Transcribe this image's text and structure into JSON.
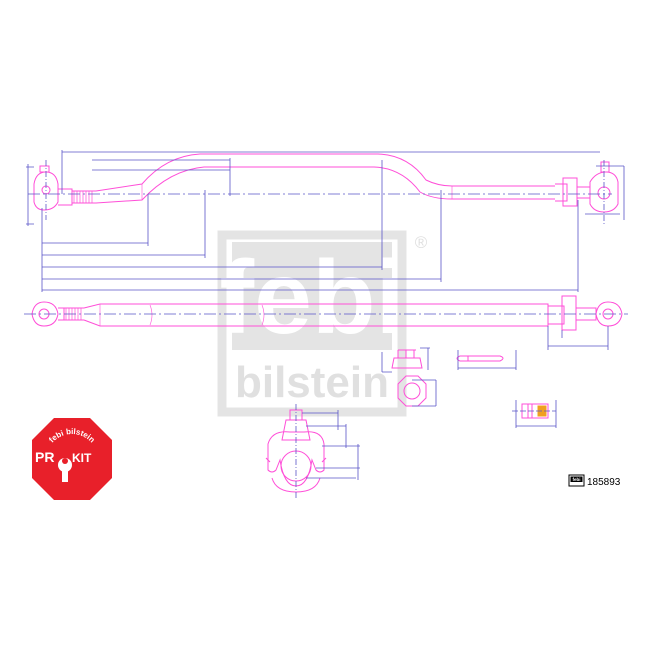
{
  "drawing": {
    "part_number": "185893",
    "colors": {
      "outline": "#ff4fd8",
      "dimension": "#5a55c8",
      "watermark": "#e4e4e4",
      "badge_red": "#e8202a",
      "pin_orange": "#f0a020"
    }
  },
  "watermark": {
    "brand_top": "febi",
    "brand_bottom": "bilstein",
    "registered": "®"
  },
  "prokit_badge": {
    "arc_text": "febi bilstein",
    "label_pro": "PR",
    "label_kit": "KIT"
  },
  "part_label": {
    "icon": "febi-mini-logo-icon",
    "mini_logo": "febi",
    "number": "185893"
  }
}
